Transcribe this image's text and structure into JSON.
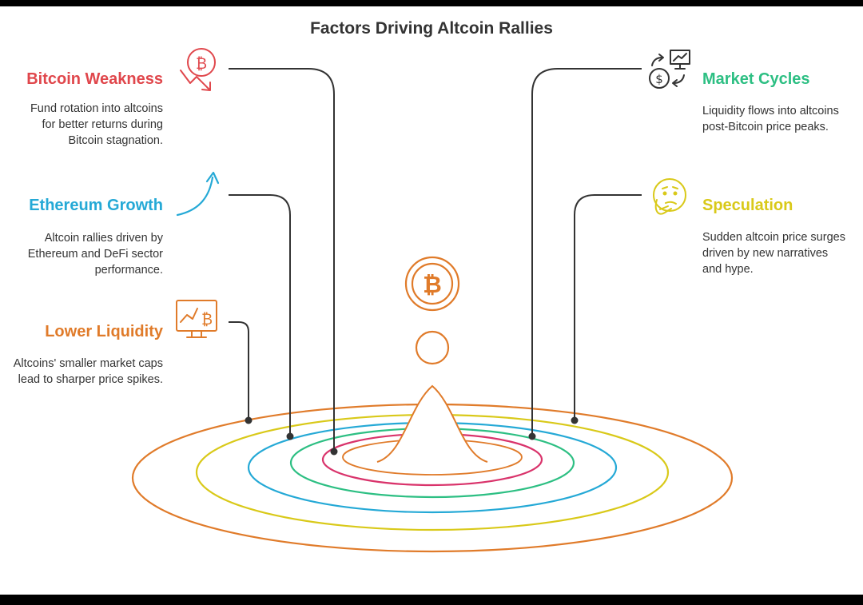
{
  "title": "Factors Driving Altcoin Rallies",
  "colors": {
    "red": "#e0474c",
    "blue": "#25a9d6",
    "orange": "#e07b2a",
    "green": "#2dbf83",
    "yellow": "#d9c919",
    "magenta": "#d9336b",
    "line": "#333333"
  },
  "factors": [
    {
      "id": "bitcoin-weakness",
      "side": "left",
      "heading": "Bitcoin Weakness",
      "description": "Fund rotation into altcoins for better returns during Bitcoin stagnation.",
      "icon": "bitcoin-down-icon",
      "color": "#e0474c"
    },
    {
      "id": "ethereum-growth",
      "side": "left",
      "heading": "Ethereum Growth",
      "description": "Altcoin rallies driven by Ethereum and DeFi sector performance.",
      "icon": "growth-arrow-icon",
      "color": "#25a9d6"
    },
    {
      "id": "lower-liquidity",
      "side": "left",
      "heading": "Lower Liquidity",
      "description": "Altcoins' smaller market caps lead to sharper price spikes.",
      "icon": "bitcoin-chart-monitor-icon",
      "color": "#e07b2a"
    },
    {
      "id": "market-cycles",
      "side": "right",
      "heading": "Market Cycles",
      "description": "Liquidity flows into altcoins post-Bitcoin price peaks.",
      "icon": "money-cycle-icon",
      "color": "#2dbf83"
    },
    {
      "id": "speculation",
      "side": "right",
      "heading": "Speculation",
      "description": "Sudden altcoin price surges driven by new narratives and hype.",
      "icon": "thinking-face-icon",
      "color": "#d9c919"
    }
  ],
  "center_icon": "bitcoin-coin-icon"
}
